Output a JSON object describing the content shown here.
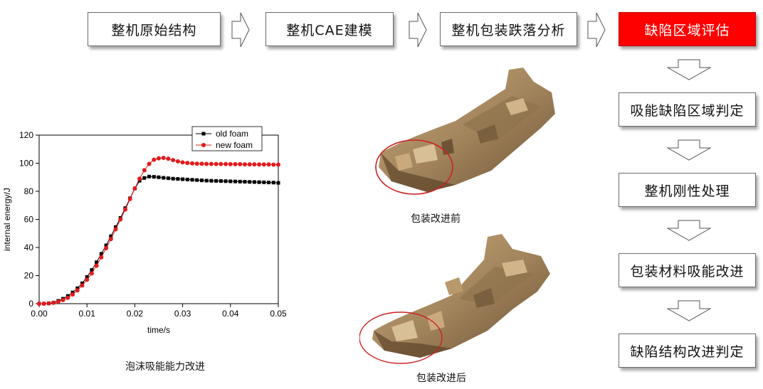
{
  "flow_top": {
    "steps": [
      "整机原始结构",
      "整机CAE建模",
      "整机包装跌落分析",
      "缺陷区域评估"
    ]
  },
  "flow_right": {
    "steps": [
      "吸能缺陷区域判定",
      "整机刚性处理",
      "包装材料吸能改进",
      "缺陷结构改进判定"
    ]
  },
  "captions": {
    "chart": "泡沫吸能能力改进",
    "before": "包装改进前",
    "after": "包装改进后"
  },
  "colors": {
    "highlight": "#ff0000",
    "old_series": "#000000",
    "new_series": "#e31a1c",
    "foam": "#a4865e"
  },
  "chart_data": {
    "type": "line",
    "xlabel": "time/s",
    "ylabel": "internal energy/J",
    "xlim": [
      0,
      0.05
    ],
    "ylim": [
      0,
      120
    ],
    "xticks": [
      "0.00",
      "0.01",
      "0.02",
      "0.03",
      "0.04",
      "0.05"
    ],
    "yticks": [
      "0",
      "20",
      "40",
      "60",
      "80",
      "100",
      "120"
    ],
    "grid": false,
    "legend": "top-right",
    "series": [
      {
        "name": "old foam",
        "marker": "square",
        "color": "#000000",
        "x": [
          0,
          0.001,
          0.002,
          0.003,
          0.004,
          0.005,
          0.006,
          0.007,
          0.008,
          0.009,
          0.01,
          0.011,
          0.012,
          0.013,
          0.014,
          0.015,
          0.016,
          0.017,
          0.018,
          0.019,
          0.02,
          0.021,
          0.022,
          0.023,
          0.024,
          0.025,
          0.026,
          0.027,
          0.028,
          0.029,
          0.03,
          0.031,
          0.032,
          0.033,
          0.034,
          0.035,
          0.036,
          0.037,
          0.038,
          0.039,
          0.04,
          0.041,
          0.042,
          0.043,
          0.044,
          0.045,
          0.046,
          0.047,
          0.048,
          0.049,
          0.05
        ],
        "y": [
          0,
          0,
          0.3,
          0.8,
          2,
          3.5,
          5.5,
          8,
          11,
          14.5,
          19,
          24,
          29.5,
          35.5,
          41.5,
          48,
          54.5,
          61,
          68,
          75,
          82,
          87.5,
          89.5,
          90.5,
          90.3,
          90,
          89.6,
          89.3,
          89,
          88.8,
          88.6,
          88.4,
          88.2,
          88,
          87.8,
          87.6,
          87.5,
          87.4,
          87.3,
          87.2,
          87.1,
          87,
          86.9,
          86.8,
          86.7,
          86.6,
          86.5,
          86.4,
          86.3,
          86.2,
          86
        ]
      },
      {
        "name": "new foam",
        "marker": "circle",
        "color": "#e31a1c",
        "x": [
          0,
          0.001,
          0.002,
          0.003,
          0.004,
          0.005,
          0.006,
          0.007,
          0.008,
          0.009,
          0.01,
          0.011,
          0.012,
          0.013,
          0.014,
          0.015,
          0.016,
          0.017,
          0.018,
          0.019,
          0.02,
          0.021,
          0.022,
          0.023,
          0.024,
          0.025,
          0.026,
          0.027,
          0.028,
          0.029,
          0.03,
          0.031,
          0.032,
          0.033,
          0.034,
          0.035,
          0.036,
          0.037,
          0.038,
          0.039,
          0.04,
          0.041,
          0.042,
          0.043,
          0.044,
          0.045,
          0.046,
          0.047,
          0.048,
          0.049,
          0.05
        ],
        "y": [
          0,
          0,
          0.2,
          0.6,
          1.4,
          2.6,
          4.2,
          6.5,
          9.5,
          13,
          17,
          21.5,
          27,
          33,
          39.5,
          46,
          53,
          60,
          67,
          74.5,
          82,
          89,
          95,
          99.5,
          102.5,
          103.5,
          103.8,
          103.2,
          102.2,
          101.3,
          100.6,
          100.2,
          99.9,
          99.7,
          99.6,
          99.5,
          99.5,
          99.4,
          99.4,
          99.4,
          99.3,
          99.3,
          99.3,
          99.2,
          99.2,
          99.2,
          99.1,
          99.1,
          99.1,
          99,
          99
        ]
      }
    ]
  }
}
